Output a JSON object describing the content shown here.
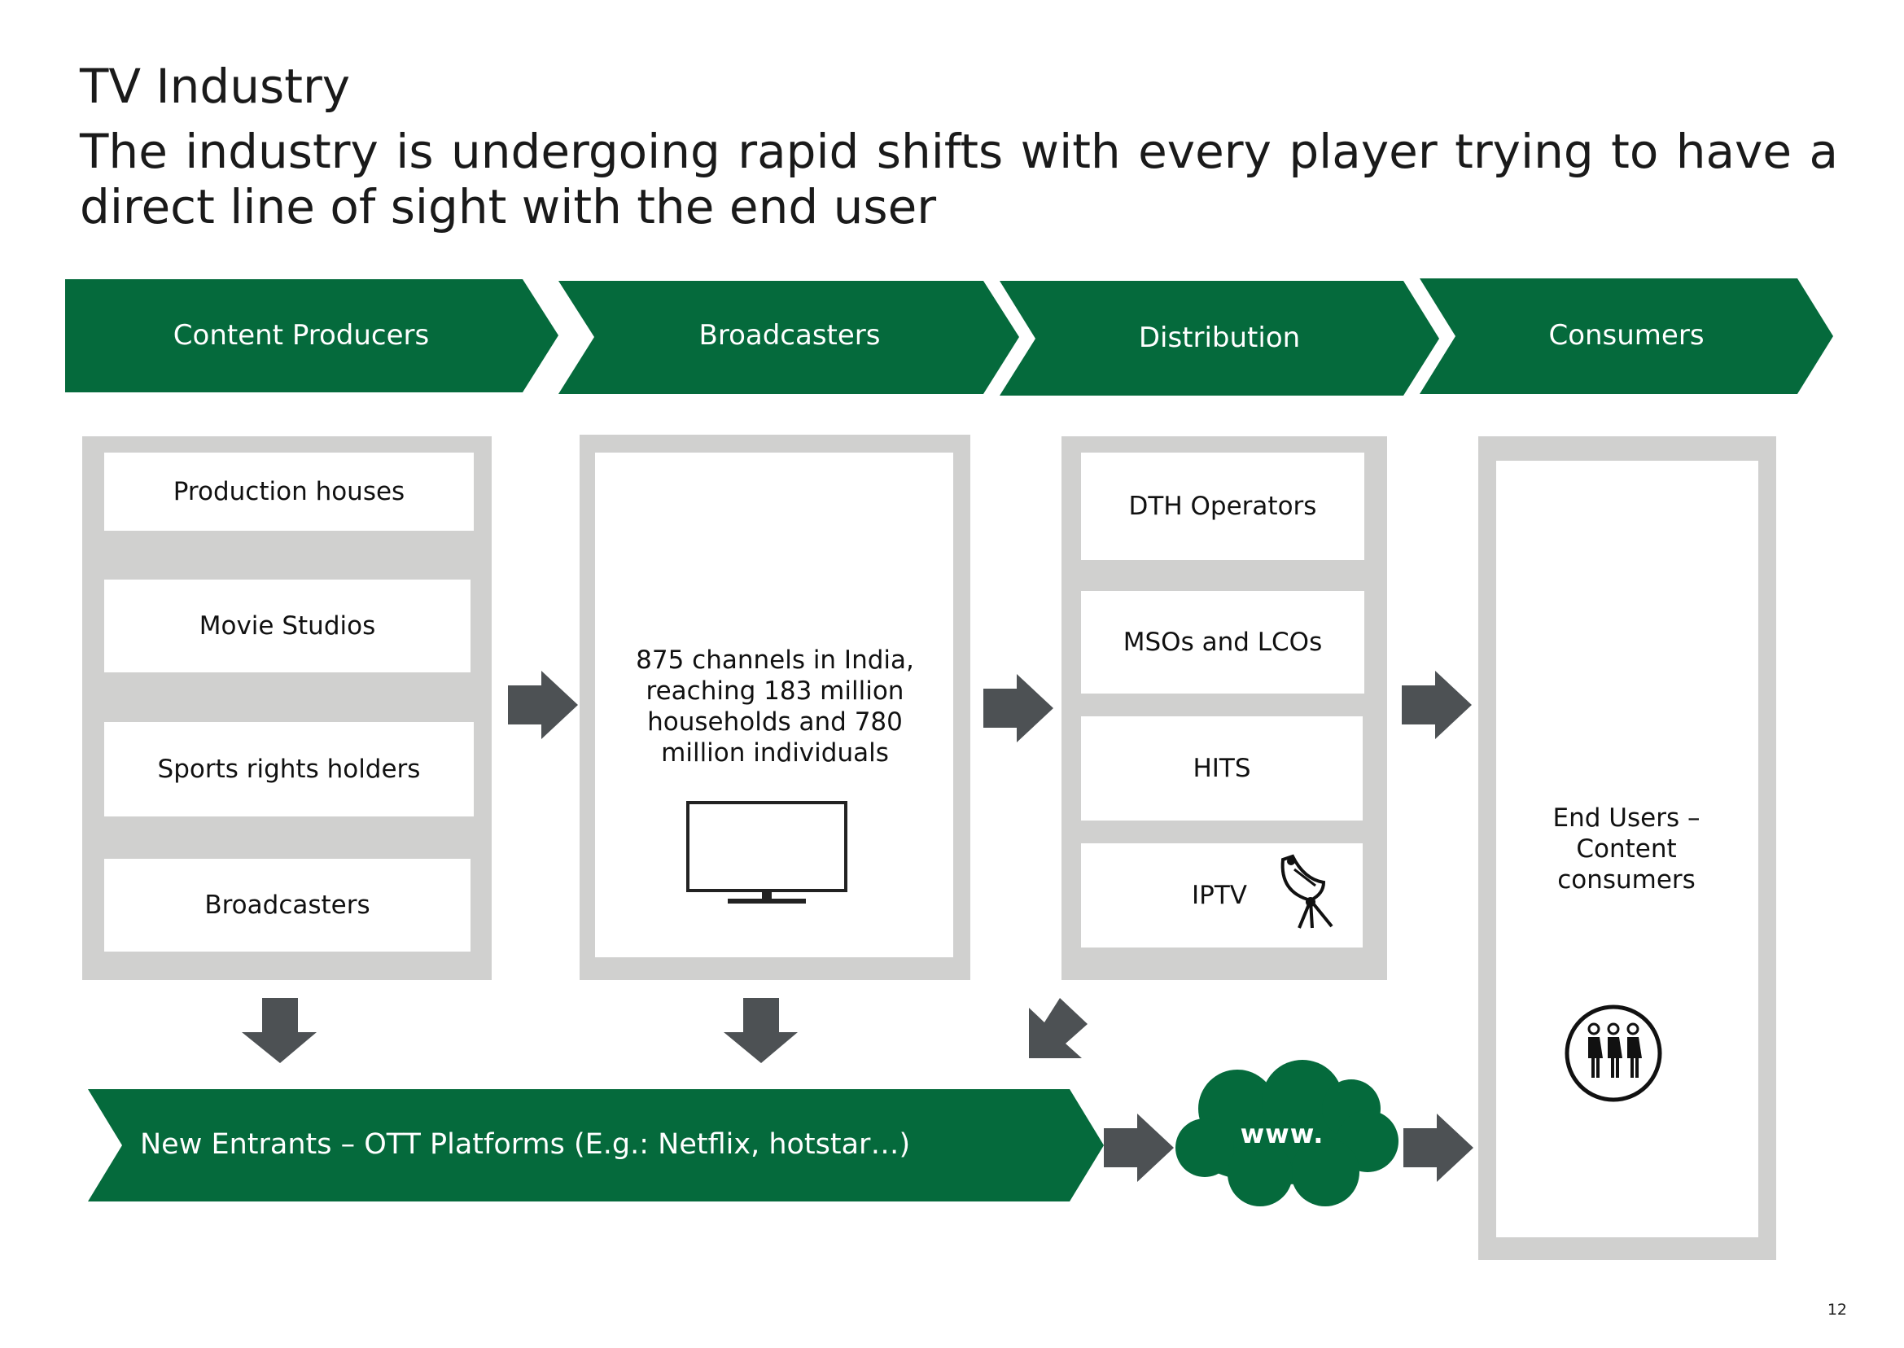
{
  "slide": {
    "title": "TV Industry",
    "subtitle": "The industry is undergoing rapid shifts with every player trying to have a direct line of sight with the end user",
    "page_number": "12"
  },
  "colors": {
    "brand_green": "#056a3c",
    "panel_grey": "#d0d0cf",
    "arrow_grey": "#4d5154"
  },
  "chevrons": [
    {
      "label": "Content Producers"
    },
    {
      "label": "Broadcasters"
    },
    {
      "label": "Distribution"
    },
    {
      "label": "Consumers"
    }
  ],
  "content_producers": {
    "items": [
      "Production houses",
      "Movie Studios",
      "Sports rights holders",
      "Broadcasters"
    ]
  },
  "broadcasters": {
    "description": "875 channels in India, reaching 183 million households and 780 million individuals",
    "icon": "television-icon"
  },
  "distribution": {
    "items": [
      "DTH Operators",
      "MSOs and LCOs",
      "HITS",
      "IPTV"
    ],
    "icon": "satellite-dish-icon"
  },
  "consumers": {
    "label": "End Users – Content consumers",
    "icon": "people-icon"
  },
  "ott_banner": {
    "label": "New Entrants – OTT Platforms (E.g.: Netflix, hotstar…)"
  },
  "internet_cloud": {
    "label": "www."
  }
}
